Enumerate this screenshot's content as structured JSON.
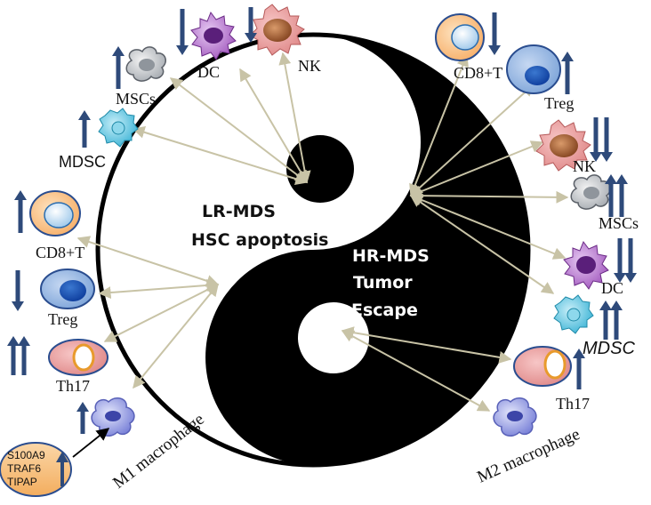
{
  "center": {
    "lr_title": "LR-MDS",
    "lr_sub": "HSC apoptosis",
    "hr_title": "HR-MDS",
    "hr_line2": "Tumor",
    "hr_line3": "Escape"
  },
  "labels": {
    "dc_top": "DC",
    "nk_top": "NK",
    "mscs_left": "MSCs",
    "mdsc_left": "MDSC",
    "cd8_left": "CD8+T",
    "treg_left": "Treg",
    "th17_left": "Th17",
    "m1": "M1 macrophage",
    "cd8_right": "CD8+T",
    "treg_right": "Treg",
    "nk_right": "NK",
    "mscs_right": "MSCs",
    "dc_right": "DC",
    "mdsc_right": "MDSC",
    "th17_right": "Th17",
    "m2": "M2 macrophage"
  },
  "m1_box": {
    "line1": "S100A9",
    "line2": "TRAF6",
    "line3": "TIPAP"
  },
  "colors": {
    "arrow": "#c8c3a6",
    "regulation_arrow": "#2e4a7a",
    "yin": "#000000",
    "yang": "#ffffff",
    "box_fill": "#f7c48c"
  },
  "regulation": {
    "dc_top": "down",
    "nk_top": "down",
    "mscs_left": "up",
    "mdsc_left": "up",
    "cd8_left": "up",
    "treg_left": "down",
    "th17_left": "double-up",
    "m1": "up",
    "cd8_right": "down",
    "treg_right": "up",
    "nk_right": "double-down",
    "mscs_right": "double-up",
    "dc_right": "double-down",
    "mdsc_right": "double-up",
    "th17_right": "up"
  }
}
